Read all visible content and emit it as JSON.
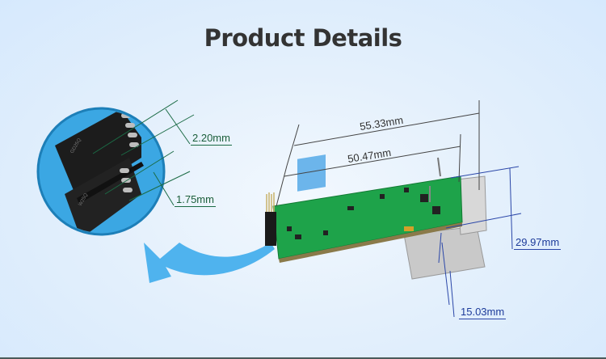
{
  "page": {
    "title": "Product Details"
  },
  "dimensions": {
    "chip_thickness_top": "2.20mm",
    "chip_thickness_bottom": "1.75mm",
    "board_length_total": "55.33mm",
    "board_length_pcb": "50.47mm",
    "module_height": "29.97mm",
    "connector_height": "15.03mm"
  },
  "colors": {
    "background": "#dcecfd",
    "title": "#333333",
    "chip_callout_lines": "#1b6b45",
    "module_callout_lines": "#2a46a8",
    "length_lines": "#444444",
    "magnifier_circle": "#3ba7e3",
    "arrow": "#4fb3ee",
    "pcb": "#1ea34a"
  },
  "images": {
    "magnified_chip": "close-up of stacked IC chips",
    "module": "green PCB module with pin header and RJ45 connector"
  }
}
